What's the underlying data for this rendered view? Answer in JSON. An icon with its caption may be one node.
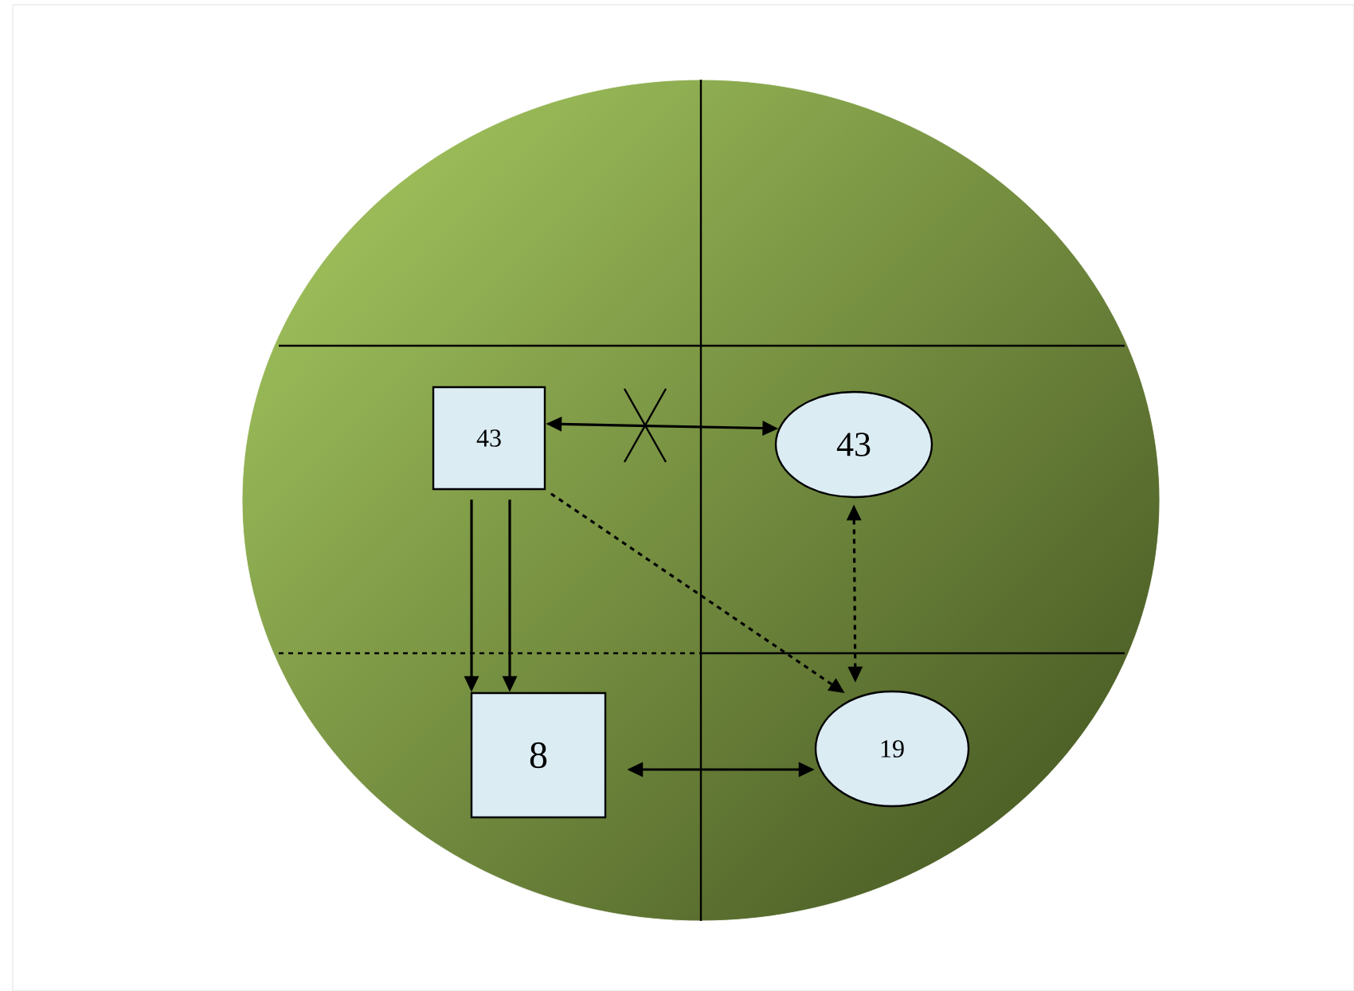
{
  "diagram": {
    "nodes": [
      {
        "text": [
          "43"
        ]
      },
      {
        "text": [
          "43"
        ]
      },
      {
        "text": [
          "8"
        ]
      },
      {
        "text": [
          "19"
        ]
      }
    ],
    "edges": [
      {
        "from": 0,
        "to": 1,
        "arrow": "both"
      },
      {
        "from": 0,
        "to": 2,
        "arrow": "to"
      },
      {
        "from": 0,
        "to": 2,
        "arrow": "to"
      },
      {
        "from": 0,
        "to": 3,
        "arrow": "to",
        "style": "dashed"
      },
      {
        "from": 1,
        "to": 3,
        "arrow": "both",
        "style": "dashed"
      },
      {
        "from": 2,
        "to": 3,
        "arrow": "both"
      }
    ]
  }
}
